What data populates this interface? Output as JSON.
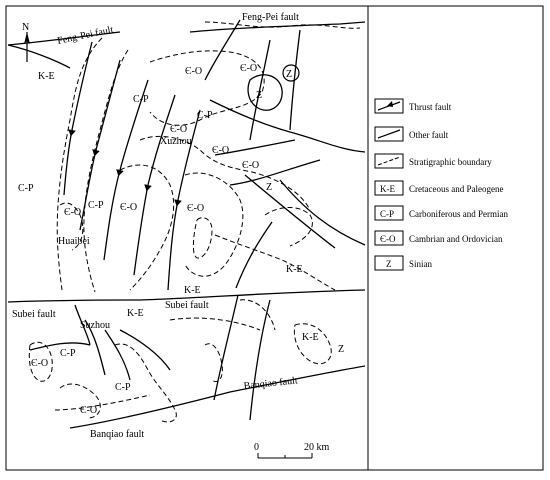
{
  "map": {
    "north_label": "N",
    "fault_labels": {
      "feng_pei_top": "Feng-Pei fault",
      "feng_pei_left": "Feng-Pei fault",
      "subei": "Subei fault",
      "subei_mid": "Subei fault",
      "banqiao_right": "Banqiao fault",
      "banqiao_bottom": "Banqiao fault"
    },
    "place_labels": {
      "xuzhou": "Xuzhou",
      "huaibei": "Huaibei",
      "suzhou": "Suzhou"
    },
    "unit_labels": {
      "ke_nw": "K-E",
      "cp_w": "C-P",
      "cp_1": "C-P",
      "cp_2": "C-P",
      "cp_3": "C-P",
      "cp_sw": "C-P",
      "cp_s": "C-P",
      "co_1": "Є-O",
      "co_2": "Є-O",
      "co_3": "Є-O",
      "co_4": "Є-O",
      "co_5": "Є-O",
      "co_6": "Є-O",
      "co_7": "Є-O",
      "co_8": "Є-O",
      "co_9": "Є-O",
      "co_10": "Є-O",
      "z_1": "Z",
      "z_2": "Z",
      "z_3": "Z",
      "z_4": "Z",
      "ke_1": "K-E",
      "ke_2": "K-E",
      "ke_3": "K-E",
      "ke_4": "K-E"
    },
    "scale": {
      "zero": "0",
      "distance": "20 km"
    }
  },
  "legend": {
    "items": [
      {
        "symbol": "thrust-fault",
        "label": "Thrust fault"
      },
      {
        "symbol": "other-fault",
        "label": "Other fault"
      },
      {
        "symbol": "stratigraphic-boundary",
        "label": "Stratigraphic boundary"
      },
      {
        "symbol": "box",
        "code": "K-E",
        "label": "Cretaceous and Paleogene"
      },
      {
        "symbol": "box",
        "code": "C-P",
        "label": "Carboniferous and Permian"
      },
      {
        "symbol": "box",
        "code": "Є-O",
        "label": "Cambrian and Ordovician"
      },
      {
        "symbol": "box",
        "code": "Z",
        "label": "Sinian"
      }
    ]
  }
}
